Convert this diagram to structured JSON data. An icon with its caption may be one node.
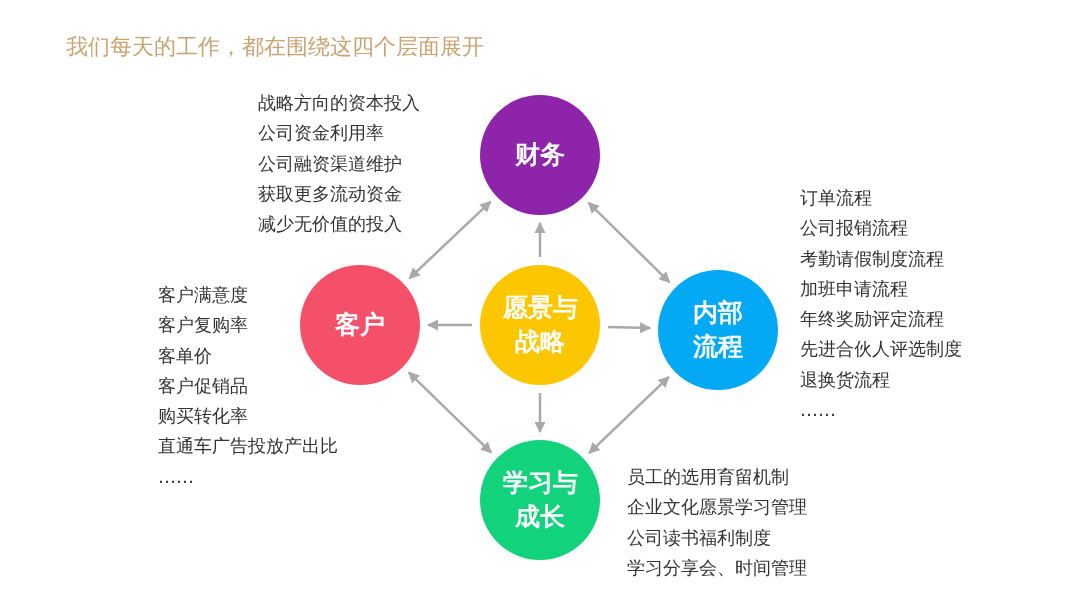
{
  "diagram": {
    "title": "我们每天的工作，都在围绕这四个层面展开",
    "nodes": [
      {
        "text": [
          "财务"
        ],
        "beside": [
          "战略方向的资本投入",
          "公司资金利用率",
          "公司融资渠道维护",
          "获取更多流动资金",
          "减少无价值的投入"
        ]
      },
      {
        "text": [
          "客户"
        ],
        "beside": [
          "客户满意度",
          "客户复购率",
          "客单价",
          "客户促销品",
          "购买转化率",
          "直通车广告投放产出比",
          "……"
        ]
      },
      {
        "text": [
          "愿景与战略"
        ]
      },
      {
        "text": [
          "内部流程"
        ],
        "beside": [
          "订单流程",
          "公司报销流程",
          "考勤请假制度流程",
          "加班申请流程",
          "年终奖励评定流程",
          "先进合伙人评选制度",
          "退换货流程",
          "……"
        ]
      },
      {
        "text": [
          "学习与成长"
        ],
        "beside": [
          "员工的选用育留机制",
          "企业文化愿景学习管理",
          "公司读书福利制度",
          "学习分享会、时间管理"
        ]
      }
    ],
    "edges": [
      {
        "from": 2,
        "to": 0,
        "arrow": "to"
      },
      {
        "from": 2,
        "to": 1,
        "arrow": "to"
      },
      {
        "from": 2,
        "to": 3,
        "arrow": "to"
      },
      {
        "from": 2,
        "to": 4,
        "arrow": "to"
      },
      {
        "from": 0,
        "to": 1,
        "arrow": "both"
      },
      {
        "from": 0,
        "to": 3,
        "arrow": "both"
      },
      {
        "from": 1,
        "to": 4,
        "arrow": "both"
      },
      {
        "from": 3,
        "to": 4,
        "arrow": "both"
      }
    ]
  }
}
